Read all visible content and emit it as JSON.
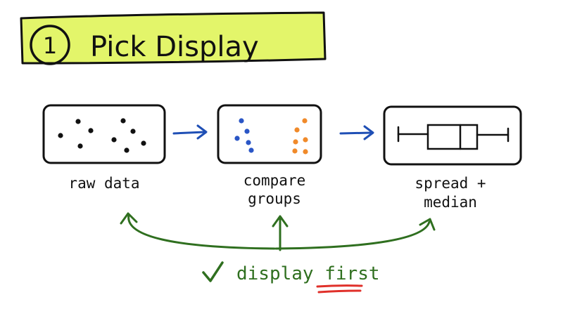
{
  "title": {
    "number": "1",
    "text": "Pick Display",
    "highlight_color": "#e3f56a"
  },
  "panels": [
    {
      "id": "raw",
      "label_lines": [
        "raw data"
      ]
    },
    {
      "id": "compare",
      "label_lines": [
        "compare",
        "groups"
      ]
    },
    {
      "id": "spread",
      "label_lines": [
        "spread +",
        "median"
      ]
    }
  ],
  "colors": {
    "ink": "#111111",
    "arrow_blue": "#1f4fb5",
    "dot_blue": "#2a56c6",
    "dot_orange": "#f08a2a",
    "green": "#2f6f1f",
    "underline_red": "#e0302a"
  },
  "bottom_note": {
    "check_icon": "checkmark-icon",
    "word1": "display",
    "word2": "first"
  }
}
